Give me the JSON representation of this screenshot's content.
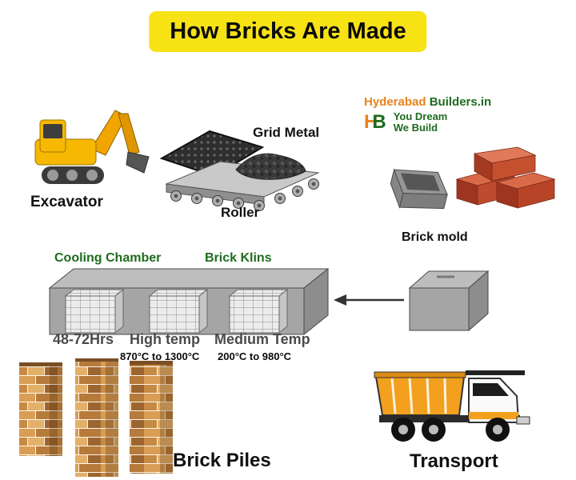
{
  "title": "How Bricks Are Made",
  "labels": {
    "excavator": "Excavator",
    "grid_metal": "Grid Metal",
    "roller": "Roller",
    "brick_mold": "Brick mold",
    "cooling_chamber": "Cooling Chamber",
    "brick_klins": "Brick Klins",
    "duration": "48-72Hrs",
    "high_temp": "High temp",
    "high_temp_range": "870°C to 1300°C",
    "medium_temp": "Medium Temp",
    "medium_temp_range": "200°C to 980°C",
    "brick_piles": "Brick Piles",
    "transport": "Transport"
  },
  "brand": {
    "name_orange": "Hyderabad",
    "name_green": " Builders.in",
    "logo_h": "H",
    "logo_b": "B",
    "tagline_line1": "You Dream",
    "tagline_line2": "We Build"
  },
  "colors": {
    "title_bg": "#F7E214",
    "green_text": "#1E6B1E",
    "orange": "#E8821A",
    "brick_red": "#BF4B2E"
  }
}
